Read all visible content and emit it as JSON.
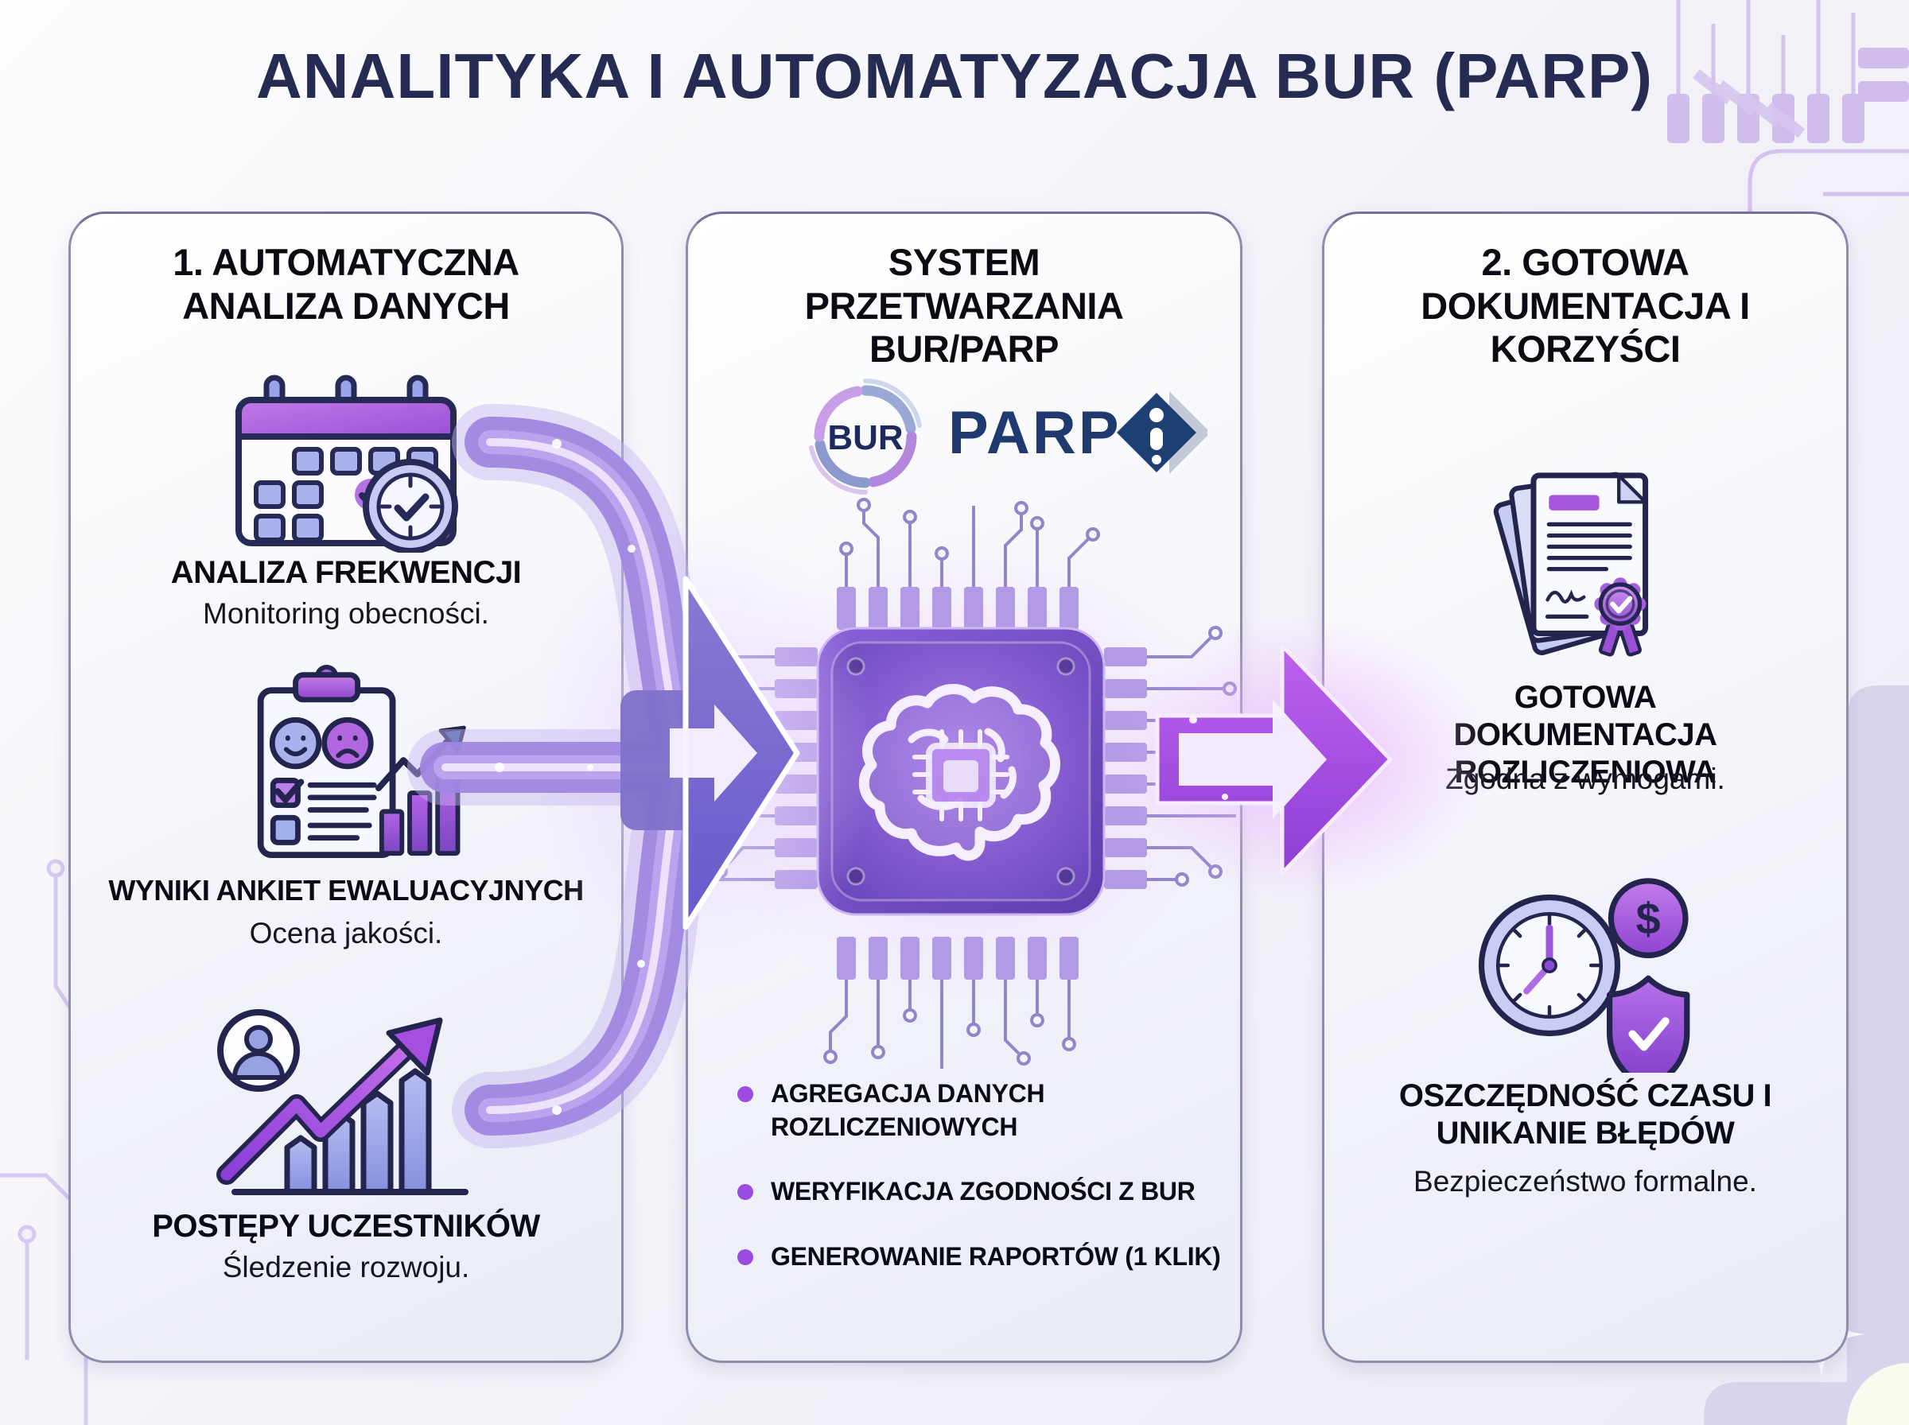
{
  "title": "ANALITYKA I AUTOMATYZACJA BUR (PARP)",
  "left_panel": {
    "title": "1. AUTOMATYCZNA ANALIZA DANYCH",
    "items": [
      {
        "icon": "calendar-clock-icon",
        "heading": "ANALIZA FREKWENCJI",
        "subtext": "Monitoring obecności."
      },
      {
        "icon": "evaluation-survey-icon",
        "heading": "WYNIKI ANKIET EWALUACYJNYCH",
        "subtext": "Ocena jakości."
      },
      {
        "icon": "participant-progress-icon",
        "heading": "POSTĘPY UCZESTNIKÓW",
        "subtext": "Śledzenie rozwoju."
      }
    ]
  },
  "middle_panel": {
    "title": "SYSTEM PRZETWARZANIA BUR/PARP",
    "logos": [
      {
        "name": "bur-logo",
        "label": "BUR"
      },
      {
        "name": "parp-logo",
        "label": "PARP"
      }
    ],
    "bullets": [
      "AGREGACJA DANYCH ROZLICZENIOWYCH",
      "WERYFIKACJA ZGODNOŚCI Z BUR",
      "GENEROWANIE RAPORTÓW (1 KLIK)"
    ]
  },
  "right_panel": {
    "title": "2. GOTOWA DOKUMENTACJA I KORZYŚCI",
    "items": [
      {
        "icon": "certified-documents-icon",
        "heading": "GOTOWA DOKUMENTACJA ROZLICZENIOWA",
        "subtext": "Zgodna z wymogami."
      },
      {
        "icon": "time-money-shield-icon",
        "heading": "OSZCZĘDNOŚĆ CZASU I UNIKANIE BŁĘDÓW",
        "subtext": "Bezpieczeństwo formalne.",
        "currency_symbol": "$"
      }
    ]
  },
  "colors": {
    "accent_purple": "#9b4be0",
    "navy_outline": "#23254f",
    "title_navy": "#252b52",
    "panel_border": "#8f8cae",
    "circuit_lavender": "#cbb7ea"
  }
}
